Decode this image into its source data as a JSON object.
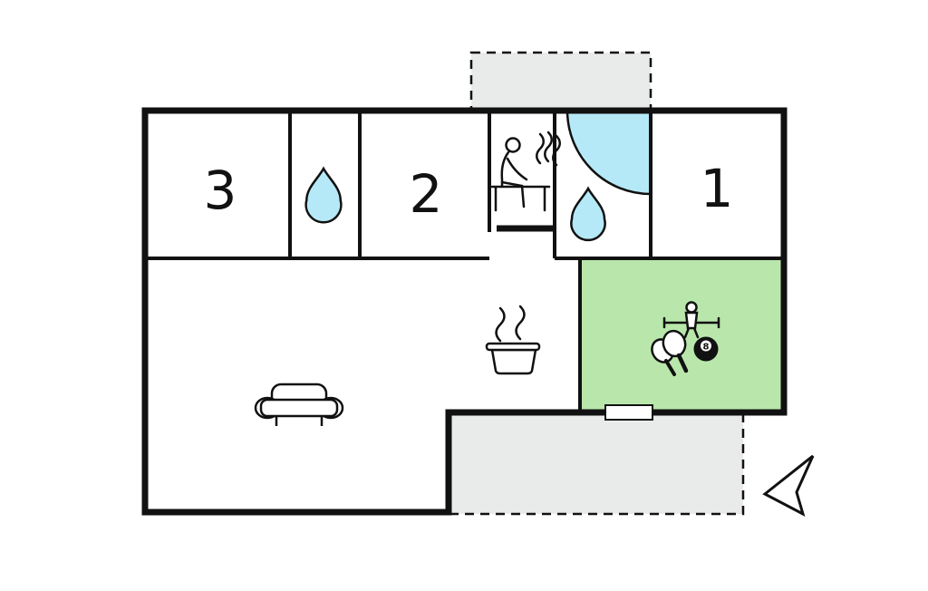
{
  "plan": {
    "type": "floor-plan",
    "room_labels": {
      "bedroom_1": "1",
      "bedroom_2": "2",
      "bedroom_3": "3"
    },
    "billiard_ball_label": "8",
    "colors": {
      "wall": "#111111",
      "background": "#ffffff",
      "water": "#b5e9f8",
      "game_room": "#b9e7ab",
      "terrace": "#e9ebea"
    },
    "rooms": [
      {
        "name": "bedroom-3",
        "label": "3"
      },
      {
        "name": "bathroom-small",
        "label": ""
      },
      {
        "name": "bedroom-2",
        "label": "2"
      },
      {
        "name": "sauna",
        "label": ""
      },
      {
        "name": "bathroom-shower",
        "label": ""
      },
      {
        "name": "bedroom-1",
        "label": "1"
      },
      {
        "name": "living-room-kitchen",
        "label": ""
      },
      {
        "name": "game-room",
        "label": ""
      }
    ],
    "areas": {
      "terrace_top": "open terrace (dashed)",
      "terrace_bottom": "open terrace (dashed)"
    },
    "icons": [
      "water-drop",
      "corner-shower",
      "sauna-person",
      "heat-waves",
      "steam",
      "cooking-pot",
      "sofa",
      "foosball-player",
      "table-tennis-bats",
      "billiard-8-ball",
      "window",
      "north-arrow"
    ]
  }
}
